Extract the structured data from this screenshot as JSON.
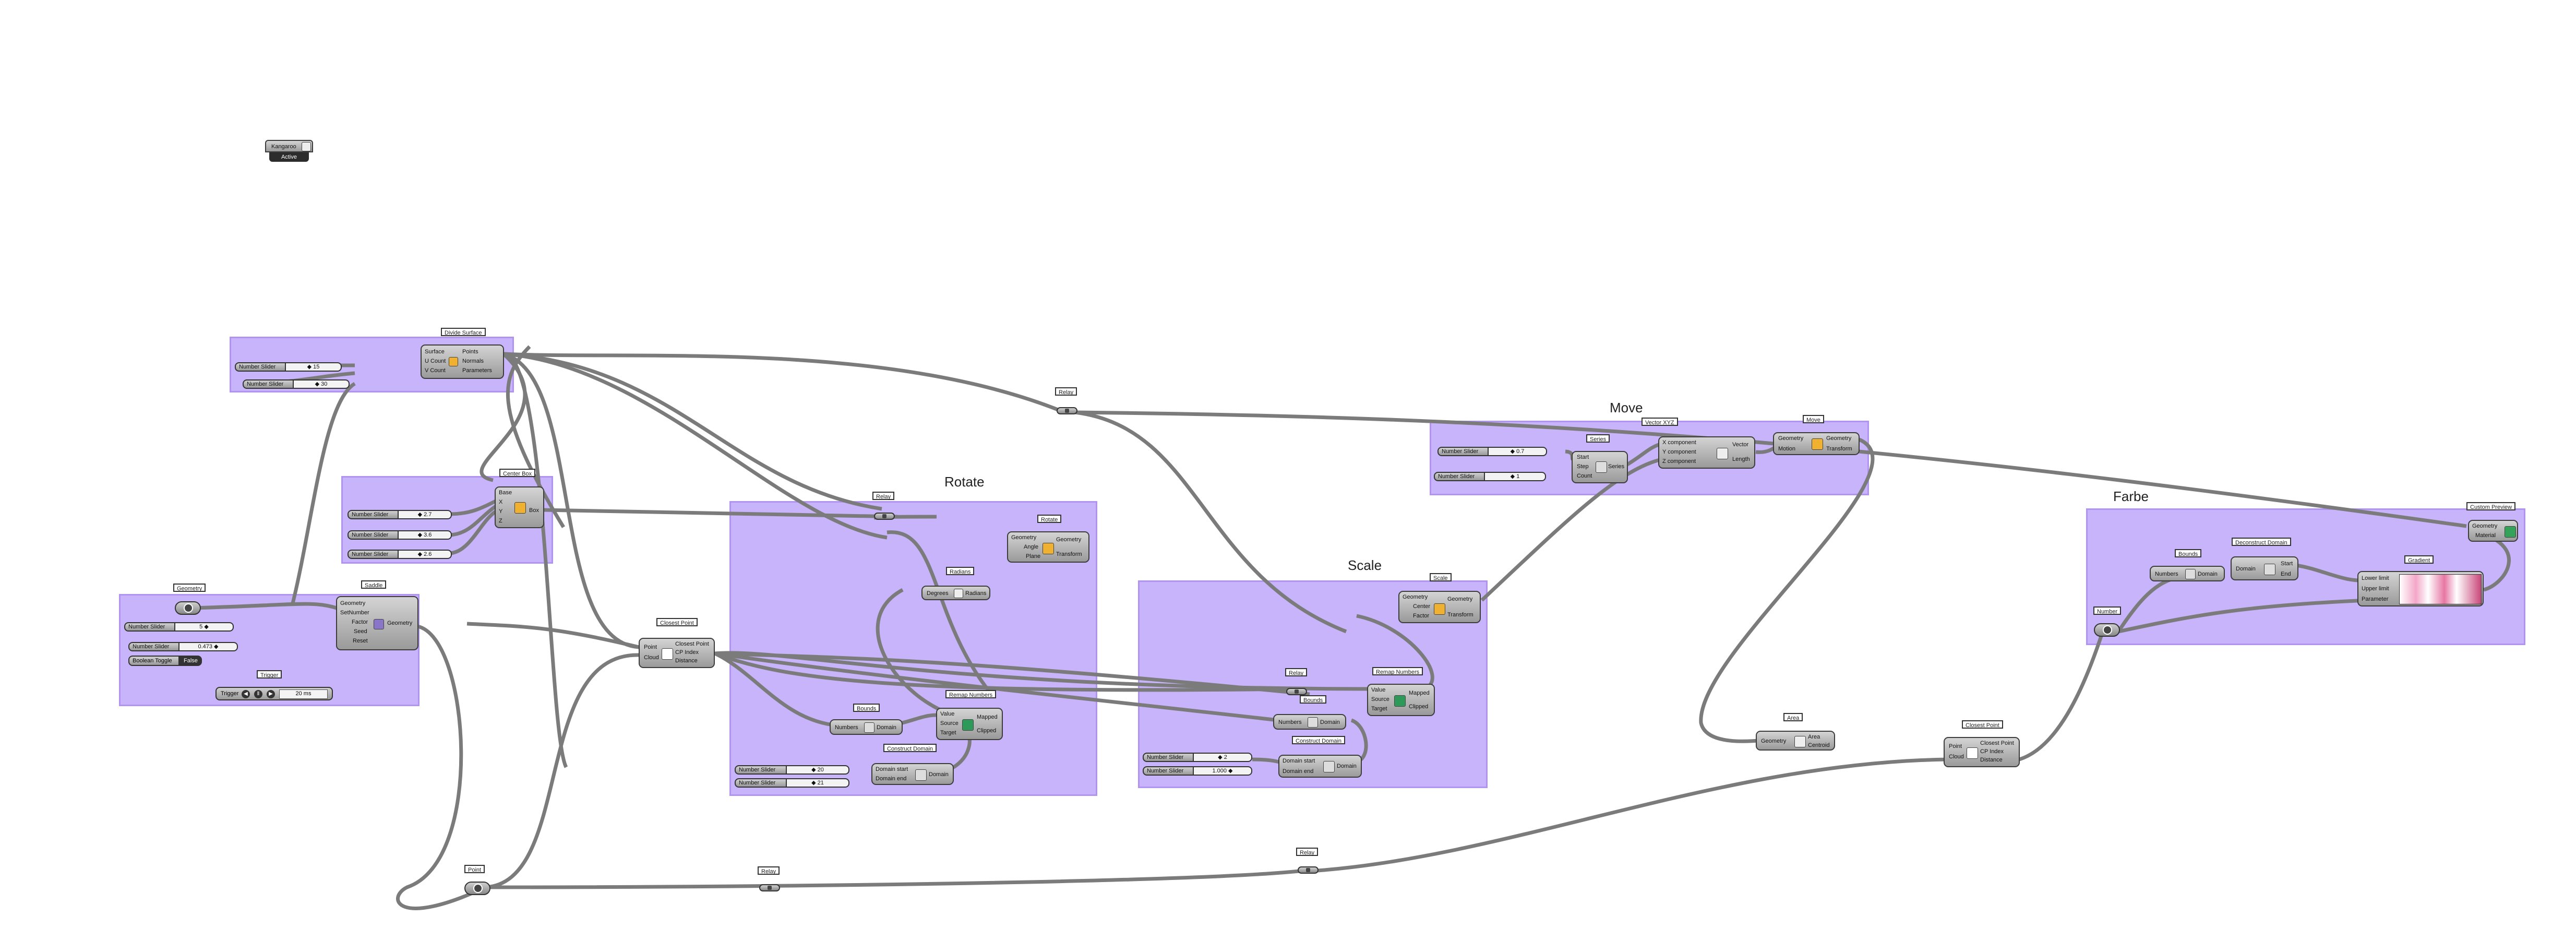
{
  "colors": {
    "canvas": "#ffffff",
    "group": "#c8b4fa",
    "wire": "#7b7b7b",
    "component": "#a8a8a8"
  },
  "groups": {
    "rotate": "Rotate",
    "scale": "Scale",
    "move": "Move",
    "farbe": "Farbe"
  },
  "badge": {
    "title": "Kangaroo",
    "status": "Active",
    "icon": "kangaroo-icon"
  },
  "tags": {
    "divide_surface": "Divide Surface",
    "center_box": "Center Box",
    "geometry": "Geometry",
    "saddle": "Saddle",
    "trigger": "Trigger",
    "closest_point_1": "Closest Point",
    "relay_1": "Relay",
    "relay_2": "Relay",
    "rotate": "Rotate",
    "radians": "Radians",
    "remap_1": "Remap Numbers",
    "bounds_1": "Bounds",
    "construct_domain_1": "Construct Domain",
    "scale": "Scale",
    "relay_3": "Relay",
    "remap_2": "Remap Numbers",
    "bounds_2": "Bounds",
    "construct_domain_2": "Construct Domain",
    "series": "Series",
    "vector_xyz": "Vector XYZ",
    "move": "Move",
    "area": "Area",
    "closest_point_2": "Closest Point",
    "number": "Number",
    "bounds_3": "Bounds",
    "deconstruct_domain": "Deconstruct Domain",
    "gradient": "Gradient",
    "custom_preview": "Custom Preview",
    "point": "Point",
    "relay_4": "Relay",
    "relay_5": "Relay"
  },
  "sliders": {
    "ds_u": {
      "label": "Number Slider",
      "value": "◆ 15"
    },
    "ds_v": {
      "label": "Number Slider",
      "value": "◆ 30"
    },
    "box_x": {
      "label": "Number Slider",
      "value": "◆ 2.7"
    },
    "box_y": {
      "label": "Number Slider",
      "value": "◆ 3.6"
    },
    "box_z": {
      "label": "Number Slider",
      "value": "◆ 2.6"
    },
    "sad_factor": {
      "label": "Number Slider",
      "value": "5 ◆"
    },
    "sad_seed": {
      "label": "Number Slider",
      "value": "0.473 ◆"
    },
    "rot_a": {
      "label": "Number Slider",
      "value": "◆ 20"
    },
    "rot_b": {
      "label": "Number Slider",
      "value": "◆ 21"
    },
    "sc_a": {
      "label": "Number Slider",
      "value": "◆ 2"
    },
    "sc_b": {
      "label": "Number Slider",
      "value": "1.000 ◆"
    },
    "mv_start": {
      "label": "Number Slider",
      "value": "◆ 0.7"
    },
    "mv_count": {
      "label": "Number Slider",
      "value": "◆ 1"
    }
  },
  "toggle": {
    "label": "Boolean Toggle",
    "value": "False"
  },
  "trigger": {
    "label": "Trigger",
    "interval": "20 ms"
  },
  "components": {
    "divide_surface": {
      "in": [
        "Surface",
        "U Count",
        "V Count"
      ],
      "out": [
        "Points",
        "Normals",
        "Parameters"
      ]
    },
    "box": {
      "in": [
        "Base",
        "X",
        "Y",
        "Z"
      ],
      "out": [
        "Box"
      ]
    },
    "saddle": {
      "in": [
        "Geometry",
        "SetNumber",
        "Factor",
        "Seed",
        "Reset"
      ],
      "out": [
        "Geometry"
      ]
    },
    "closest_point_1": {
      "in": [
        "Point",
        "Cloud"
      ],
      "out": [
        "Closest Point",
        "CP Index",
        "Distance"
      ]
    },
    "rotate": {
      "in": [
        "Geometry",
        "Angle",
        "Plane"
      ],
      "out": [
        "Geometry",
        "Transform"
      ]
    },
    "radians": {
      "in": [
        "Degrees"
      ],
      "out": [
        "Radians"
      ]
    },
    "bounds_1": {
      "in": [
        "Numbers"
      ],
      "out": [
        "Domain"
      ]
    },
    "remap_1": {
      "in": [
        "Value",
        "Source",
        "Target"
      ],
      "out": [
        "Mapped",
        "Clipped"
      ]
    },
    "construct_domain_1": {
      "in": [
        "Domain start",
        "Domain end"
      ],
      "out": [
        "Domain"
      ]
    },
    "scale": {
      "in": [
        "Geometry",
        "Center",
        "Factor"
      ],
      "out": [
        "Geometry",
        "Transform"
      ]
    },
    "bounds_2": {
      "in": [
        "Numbers"
      ],
      "out": [
        "Domain"
      ]
    },
    "remap_2": {
      "in": [
        "Value",
        "Source",
        "Target"
      ],
      "out": [
        "Mapped",
        "Clipped"
      ]
    },
    "construct_domain_2": {
      "in": [
        "Domain start",
        "Domain end"
      ],
      "out": [
        "Domain"
      ]
    },
    "series": {
      "in": [
        "Start",
        "Step",
        "Count"
      ],
      "out": [
        "Series"
      ]
    },
    "vector_xyz": {
      "in": [
        "X component",
        "Y component",
        "Z component"
      ],
      "out": [
        "Vector",
        "Length"
      ]
    },
    "move": {
      "in": [
        "Geometry",
        "Motion"
      ],
      "out": [
        "Geometry",
        "Transform"
      ]
    },
    "area": {
      "in": [
        "Geometry"
      ],
      "out": [
        "Area",
        "Centroid"
      ]
    },
    "closest_point_2": {
      "in": [
        "Point",
        "Cloud"
      ],
      "out": [
        "Closest Point",
        "CP Index",
        "Distance"
      ]
    },
    "bounds_3": {
      "in": [
        "Numbers"
      ],
      "out": [
        "Domain"
      ]
    },
    "deconstruct_domain": {
      "in": [
        "Domain"
      ],
      "out": [
        "Start",
        "End"
      ]
    },
    "gradient": {
      "in": [
        "Lower limit",
        "Upper limit",
        "Parameter"
      ],
      "out": []
    },
    "custom_preview": {
      "in": [
        "Geometry",
        "Material"
      ],
      "out": []
    }
  }
}
